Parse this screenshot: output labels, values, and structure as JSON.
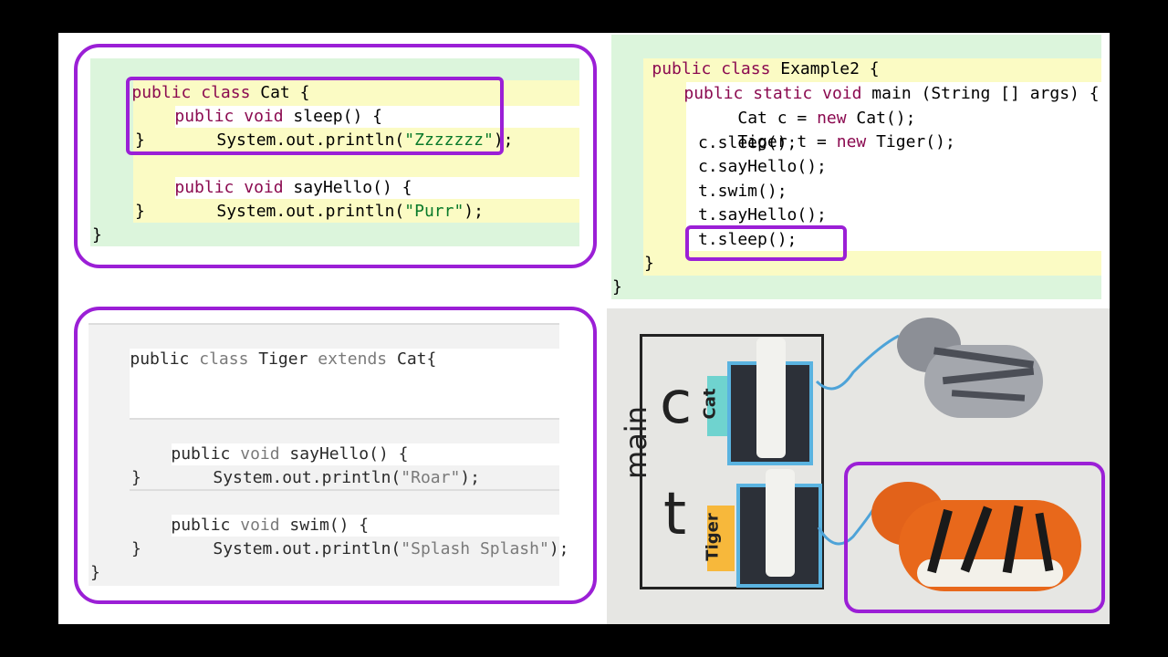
{
  "cat_class": {
    "line1": {
      "kw1": "public",
      "kw2": "class",
      "rest": " Cat {"
    },
    "sleep_sig": {
      "kw1": "public",
      "kw2": "void",
      "rest": " sleep() {"
    },
    "sleep_body": {
      "pre": "System.out.println(",
      "str": "\"Zzzzzzz\"",
      "post": ");"
    },
    "close1": "}",
    "hello_sig": {
      "kw1": "public",
      "kw2": "void",
      "rest": " sayHello() {"
    },
    "hello_body": {
      "pre": "System.out.println(",
      "str": "\"Purr\"",
      "post": ");"
    },
    "close2": "}",
    "close3": "}"
  },
  "example2": {
    "line1": {
      "kw1": "public",
      "kw2": "class",
      "rest": " Example2 {"
    },
    "main_sig": {
      "kw1": "public",
      "kw2": "static",
      "kw3": "void",
      "rest": " main (String [] args) {"
    },
    "l_cat": {
      "pre": "Cat c = ",
      "kw": "new",
      "post": " Cat();"
    },
    "l_tiger": {
      "pre": "Tiger t = ",
      "kw": "new",
      "post": " Tiger();"
    },
    "l3": "c.sleep();",
    "l4": "c.sayHello();",
    "l5": "t.swim();",
    "l6": "t.sayHello();",
    "l7": "t.sleep();",
    "close1": "}",
    "close2": "}"
  },
  "tiger_class": {
    "line1": {
      "kw1": "public",
      "kw2": "class",
      "name": " Tiger ",
      "kw3": "extends",
      "rest": " Cat{"
    },
    "hello_sig": {
      "kw1": "public",
      "kw2": "void",
      "rest": " sayHello() {"
    },
    "hello_body": {
      "pre": "System.out.println(",
      "str": "\"Roar\"",
      "post": ");"
    },
    "close1": "}",
    "swim_sig": {
      "kw1": "public",
      "kw2": "void",
      "rest": " swim() {"
    },
    "swim_body": {
      "pre": "System.out.println(",
      "str": "\"Splash Splash\"",
      "post": ");"
    },
    "close2": "}",
    "close3": "}"
  },
  "diagram": {
    "frame_label": "main",
    "var_c": "c",
    "var_t": "t",
    "tag_cat": "Cat",
    "tag_tiger": "Tiger",
    "colors": {
      "cat_tag": "#6fd3cf",
      "tiger_tag": "#f7b83b",
      "highlight": "#9b1fd6"
    }
  }
}
